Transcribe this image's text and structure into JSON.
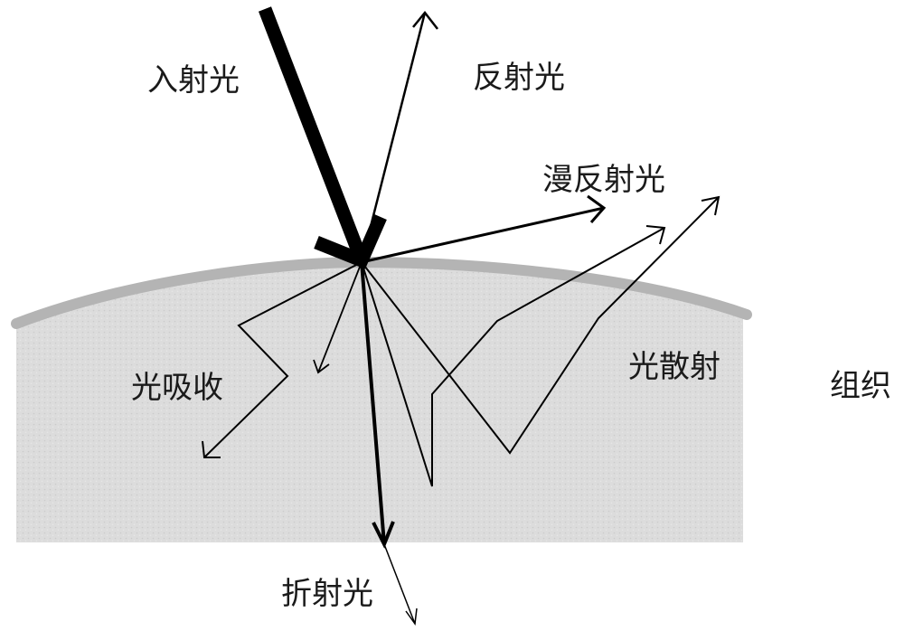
{
  "labels": {
    "incident": "入射光",
    "reflected": "反射光",
    "diffuse": "漫反射光",
    "absorption": "光吸收",
    "scattering": "光散射",
    "tissue": "组织",
    "refracted": "折射光"
  },
  "colors": {
    "tissue_fill": "#dcdcdc",
    "surface_layer": "#b4b4b4",
    "lines": "#000000",
    "text": "#1a1a1a"
  }
}
